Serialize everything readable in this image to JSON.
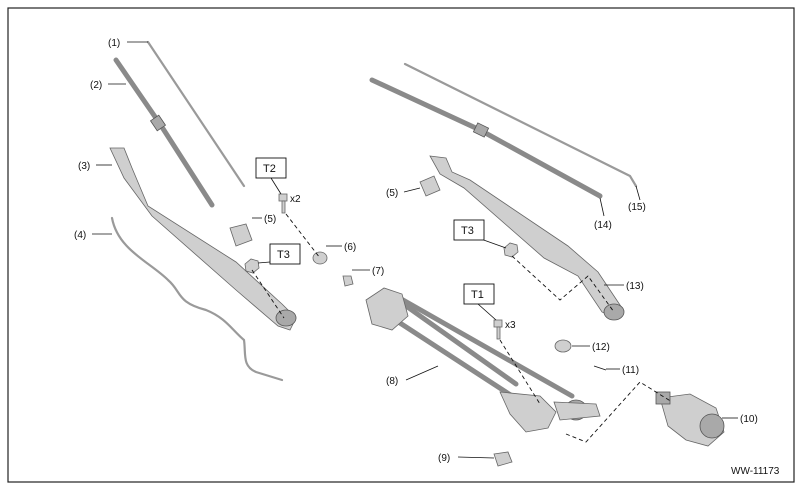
{
  "diagram_code": "WW-11173",
  "callouts": {
    "c1": "(1)",
    "c2": "(2)",
    "c3": "(3)",
    "c4": "(4)",
    "c5a": "(5)",
    "c6": "(6)",
    "c7": "(7)",
    "c8": "(8)",
    "c9": "(9)",
    "c5b": "(5)",
    "c14": "(14)",
    "c15": "(15)",
    "c13": "(13)",
    "c12": "(12)",
    "c11": "(11)",
    "c10": "(10)"
  },
  "torque": {
    "t2": "T2",
    "t3a": "T3",
    "t3b": "T3",
    "t1": "T1"
  },
  "qty": {
    "x2": "x2",
    "x3": "x3"
  },
  "icons": {
    "wiper": "wiper-icon",
    "linkage": "linkage-icon",
    "motor": "motor-icon"
  }
}
